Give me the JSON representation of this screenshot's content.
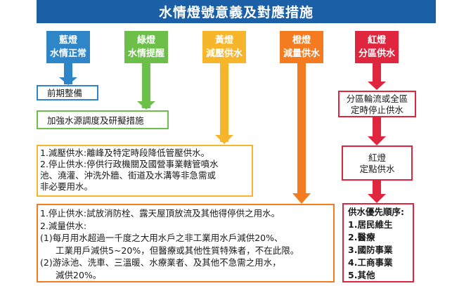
{
  "title": "水情燈號意義及對應措施",
  "levels": [
    {
      "name": "藍燈",
      "meaning": "水情正常",
      "color": "#2e86c8"
    },
    {
      "name": "綠燈",
      "meaning": "水情提醒",
      "color": "#6cc04a"
    },
    {
      "name": "黃燈",
      "meaning": "減壓供水",
      "color": "#f7b52b"
    },
    {
      "name": "橙燈",
      "meaning": "減量供水",
      "color": "#f47b20"
    },
    {
      "name": "紅燈",
      "meaning": "分區供水",
      "color": "#e0263f"
    }
  ],
  "blue_box": {
    "text": "前期整備"
  },
  "green_box": {
    "text": "加強水源調度及研擬措施"
  },
  "yellow_box": {
    "lines": [
      "1.減壓供水:離峰及特定時段降低管壓供水。",
      "2.停止供水:停供行政機關及國營事業轄管噴水",
      "池、澆灌、沖洗外牆、街道及水溝等非急需或",
      "非必要用水。"
    ]
  },
  "orange_box": {
    "lines": [
      "1.停止供水:試放消防栓、露天屋頂放流及其他得停供之用水。",
      "2.減量供水:",
      "(1)每月用水超過一千度之大用水戶之非工業用水戶減供20%、",
      "工業用戶減供5~20%，但醫療或其他性質特殊者，不在此限。",
      "(2)游泳池、洗車、三溫暖、水療業者、及其他不急需之用水，",
      "減供20%。"
    ]
  },
  "red_boxes": [
    {
      "lines": [
        "分區輪流或全區",
        "定時停止供水"
      ]
    },
    {
      "lines": [
        "紅燈",
        "定點供水"
      ]
    }
  ],
  "priority_box": {
    "title": "供水優先順序:",
    "items": [
      "1.居民維生",
      "2.醫療",
      "3.國防事業",
      "4.工商事業",
      "5.其他"
    ]
  }
}
